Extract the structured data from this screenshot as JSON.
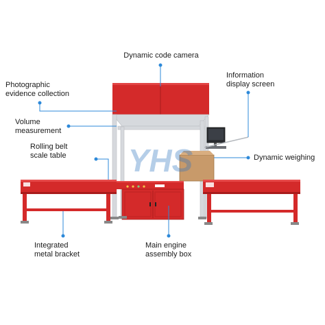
{
  "labels": {
    "camera": "Dynamic code camera",
    "info_screen": [
      "Information",
      "display screen"
    ],
    "photo": [
      "Photographic",
      "evidence collection"
    ],
    "volume": [
      "Volume",
      "measurement"
    ],
    "rolling": [
      "Rolling belt",
      "scale table"
    ],
    "weighing": "Dynamic weighing",
    "bracket": [
      "Integrated",
      "metal bracket"
    ],
    "engine": [
      "Main engine",
      "assembly box"
    ]
  },
  "watermark": "YHS",
  "colors": {
    "machine_red": "#d42a2a",
    "machine_red_dark": "#a81c1c",
    "frame_gray": "#d6d9dd",
    "callout_line": "#2d89d9",
    "box_brown": "#c89a6a",
    "watermark": "#2f74c0"
  }
}
